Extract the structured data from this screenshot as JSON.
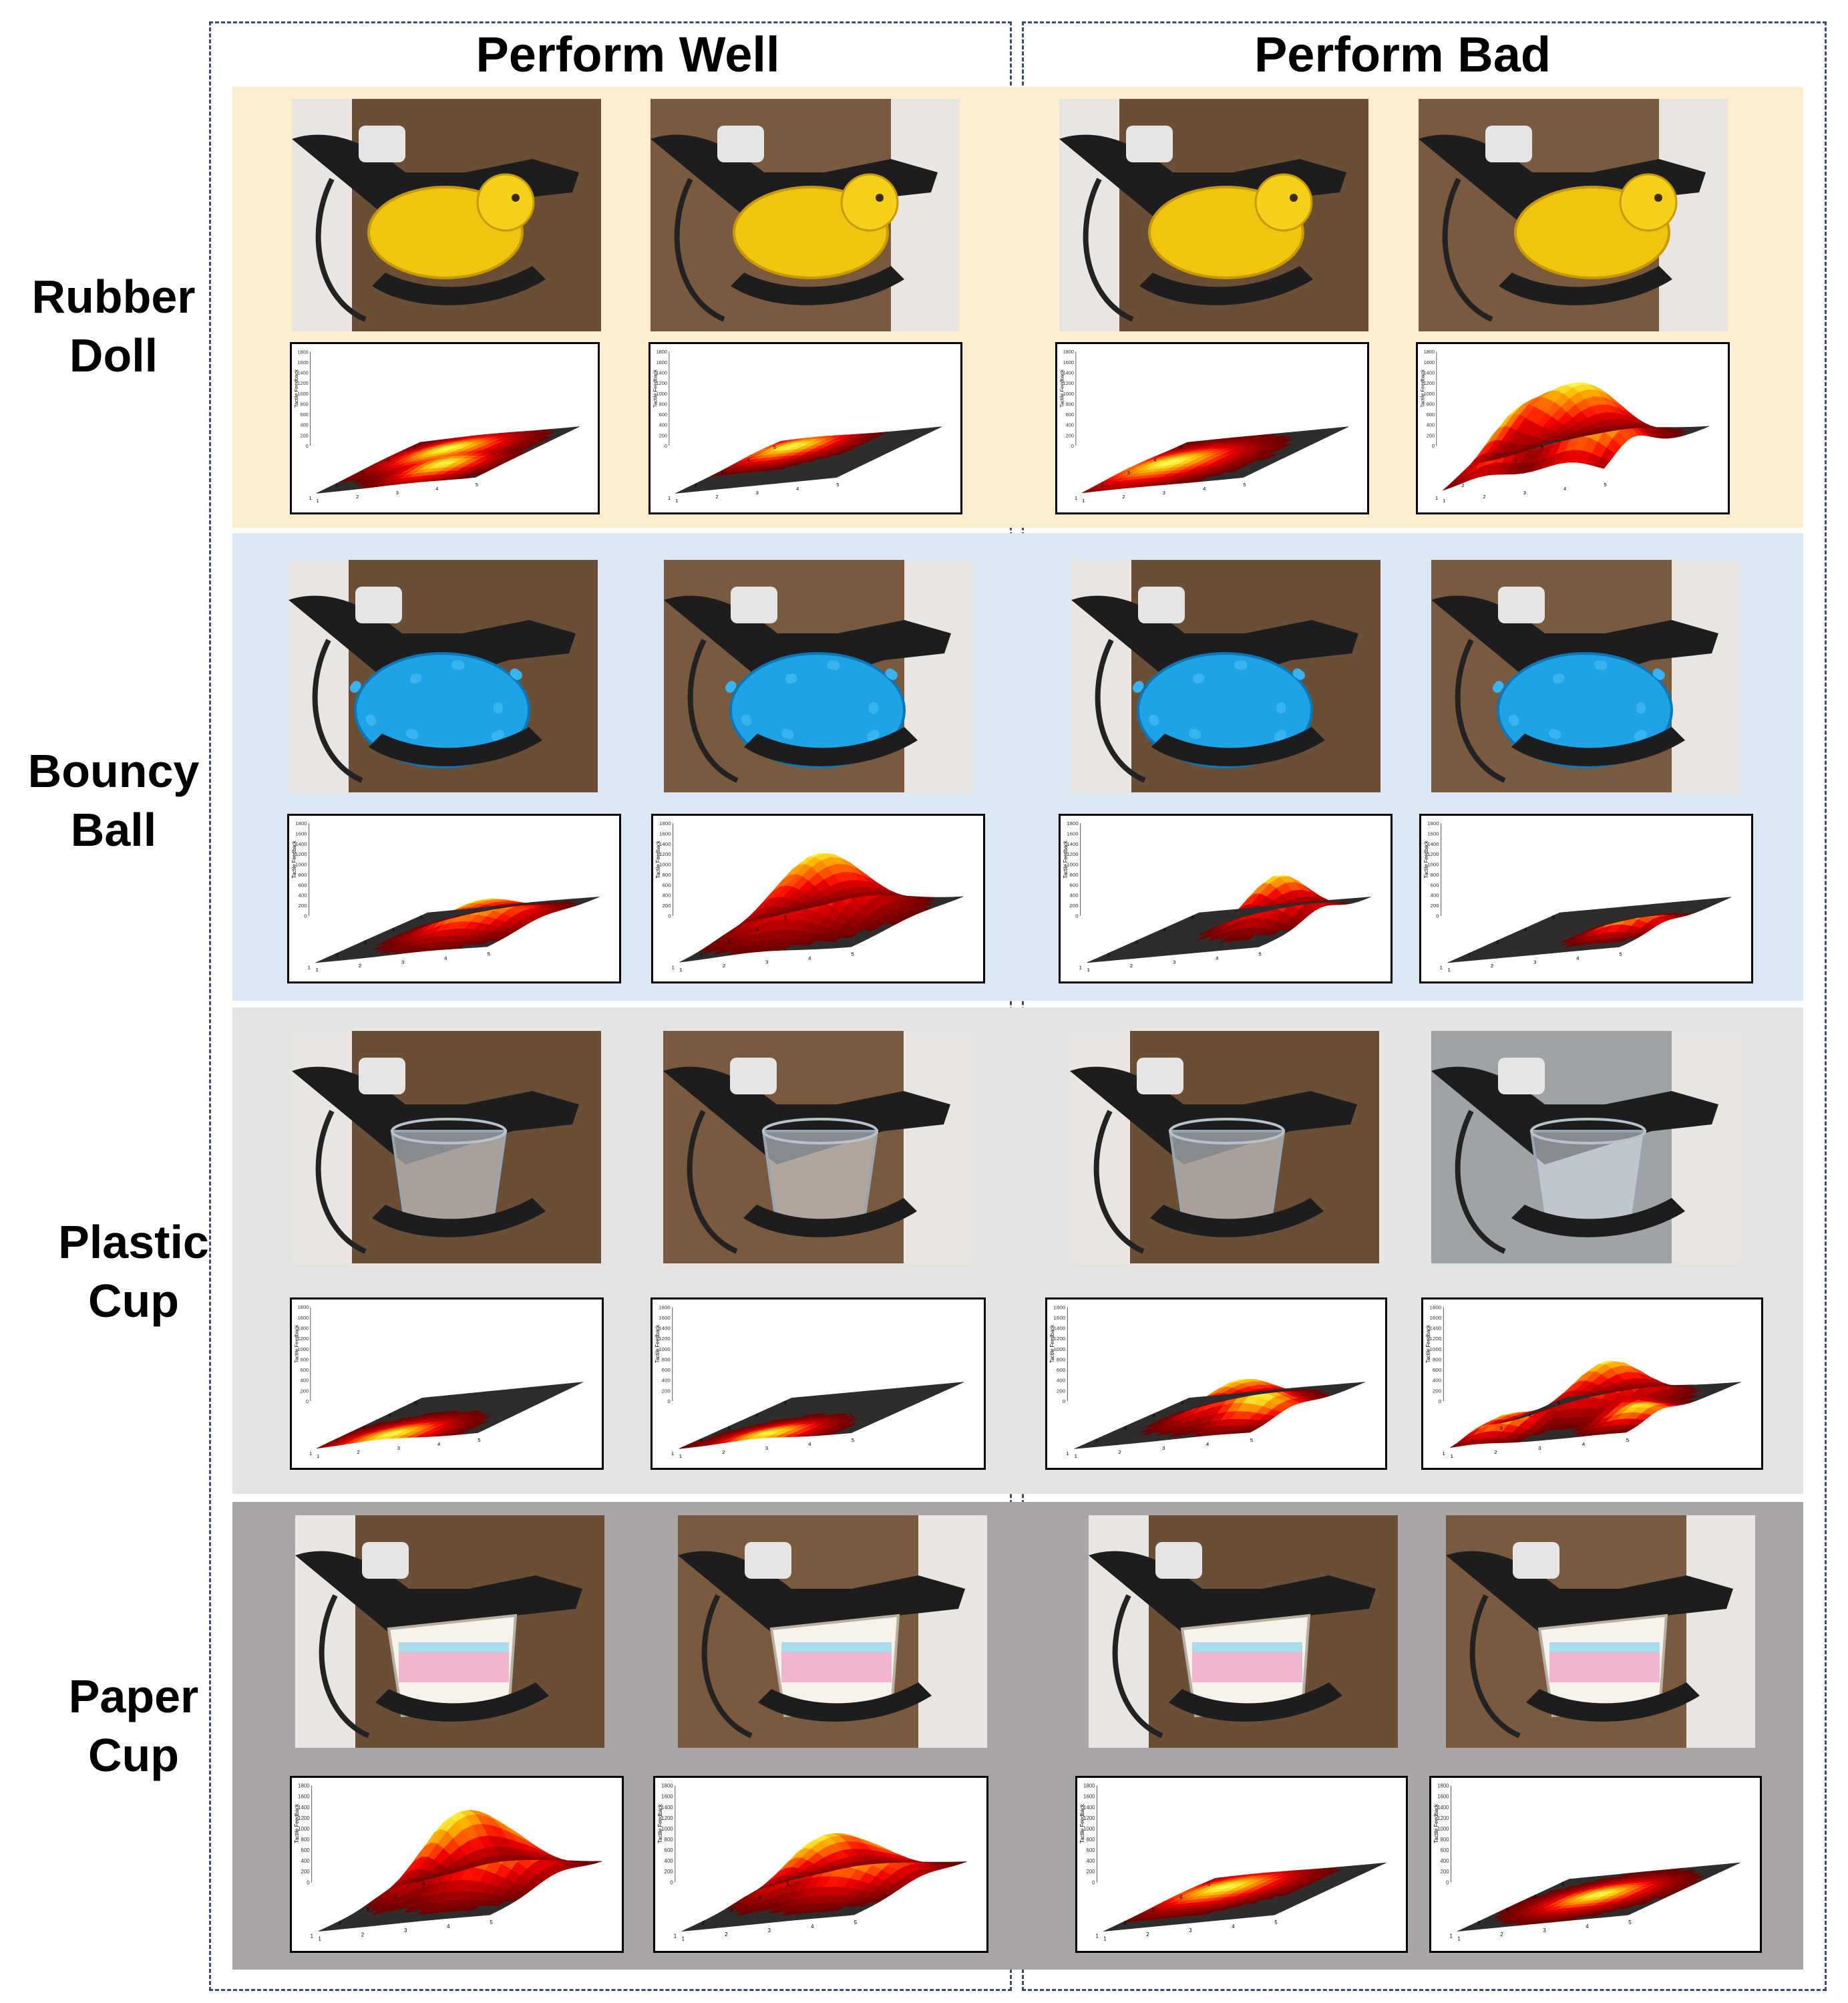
{
  "header": {
    "well": "Perform Well",
    "bad": "Perform Bad"
  },
  "colors": {
    "doll_band": "#fdefcd",
    "ball_band": "#dde8f5",
    "plastic_band": "#e4e4e4",
    "paper_band": "#aaa6a5",
    "frame": "#3a4d6e"
  },
  "plot_axis": {
    "z_ticks": [
      "1800",
      "1600",
      "1400",
      "1200",
      "1000",
      "800",
      "600",
      "400",
      "200",
      "0"
    ],
    "z_ticks_paper_well_a": [
      "1800",
      "1600",
      "1400",
      "1200",
      "1000",
      "800",
      "600",
      "400",
      "200",
      "0"
    ],
    "ylabel": "Tactile Feedback",
    "depth_ticks": [
      "5",
      "4",
      "3",
      "2",
      "1"
    ],
    "width_ticks": [
      "1",
      "2",
      "3",
      "4",
      "5"
    ]
  },
  "rows": [
    {
      "label_line1": "Rubber",
      "label_line2": "Doll",
      "object": "rubber-doll"
    },
    {
      "label_line1": "Bouncy",
      "label_line2": "Ball",
      "object": "bouncy-ball"
    },
    {
      "label_line1": "Plastic",
      "label_line2": "Cup",
      "object": "plastic-cup"
    },
    {
      "label_line1": "Paper",
      "label_line2": "Cup",
      "object": "paper-cup"
    }
  ]
}
